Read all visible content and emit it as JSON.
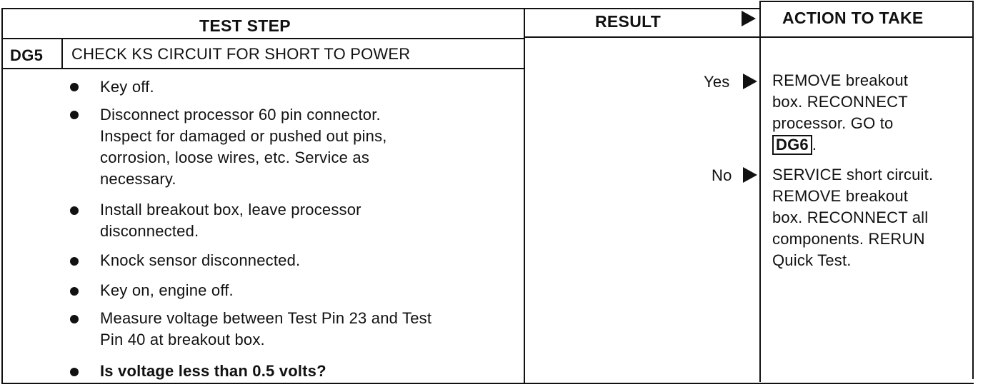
{
  "header": {
    "test_step": "TEST STEP",
    "result": "RESULT",
    "action": "ACTION TO TAKE"
  },
  "step": {
    "id": "DG5",
    "title": "CHECK KS CIRCUIT FOR SHORT TO POWER"
  },
  "bullets": [
    {
      "lines": [
        "Key off."
      ]
    },
    {
      "lines": [
        "Disconnect processor 60 pin connector.",
        "Inspect for damaged or pushed out pins,",
        "corrosion, loose wires, etc. Service as",
        "necessary."
      ]
    },
    {
      "lines": [
        "Install breakout box, leave processor",
        "disconnected."
      ]
    },
    {
      "lines": [
        "Knock sensor disconnected."
      ]
    },
    {
      "lines": [
        "Key on, engine off."
      ]
    },
    {
      "lines": [
        "Measure voltage between Test Pin 23 and Test",
        "Pin 40 at breakout box."
      ]
    },
    {
      "lines": [
        "Is voltage less than 0.5 volts?"
      ]
    }
  ],
  "results": {
    "yes": "Yes",
    "no": "No"
  },
  "actions": {
    "yes_lines": [
      "REMOVE breakout",
      "box. RECONNECT",
      "processor. GO to"
    ],
    "yes_goto": "DG6",
    "yes_goto_suffix": ".",
    "no_lines": [
      "SERVICE short circuit.",
      "REMOVE breakout",
      "box. RECONNECT all",
      "components. RERUN",
      "Quick Test."
    ]
  },
  "icons": {
    "result_arrow": "right-triangle-arrow",
    "bullet": "filled-circle-bullet"
  }
}
